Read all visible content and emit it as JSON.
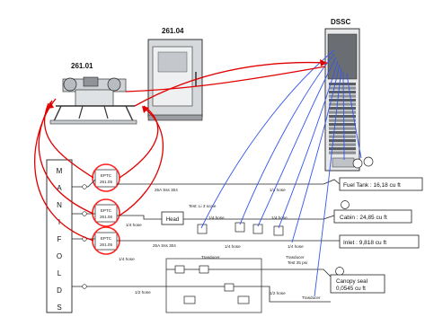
{
  "equipment": {
    "unit_261_01": "261.01",
    "unit_261_04": "261.04",
    "dssc": "DSSC"
  },
  "manifolds": {
    "letters": [
      "M",
      "A",
      "N",
      "I",
      "F",
      "O",
      "L",
      "D",
      "S"
    ]
  },
  "eptc": [
    {
      "label": "EPTC",
      "id": "261.05"
    },
    {
      "label": "EPTC",
      "id": "261.06"
    },
    {
      "label": "EPTC",
      "id": "261.05"
    }
  ],
  "head_label": "Head",
  "test_label": "Test: Li 3 scale",
  "hose_labels": {
    "h1": "25A Sss 304",
    "h2": "1/4 hose",
    "h3": "1/4 hose",
    "h4": "1/4 hose",
    "h5": "1/4 hose",
    "h6": "25A Sss 304",
    "h7": "1/4 hose",
    "h8": "1/4 hose",
    "h9": "1/4 hose",
    "h10": "1/2 hose",
    "h11": "Test 25 psi",
    "h12": "1/2 hose"
  },
  "transducer_labels": [
    "Trasducer",
    "Trasducer",
    "Trasducer"
  ],
  "tanks": [
    {
      "name": "Fuel Tank : 16,18 cu ft"
    },
    {
      "name": "Cabin : 24,85 cu ft"
    },
    {
      "name": "Inlet : 9,818 cu ft"
    },
    {
      "name": "Canopy seal",
      "sub": "0,0545 cu ft"
    }
  ],
  "colors": {
    "control_loop": "#e00000",
    "signal": "#3355ee",
    "line": "#222222",
    "highlight": "#ff2020"
  }
}
